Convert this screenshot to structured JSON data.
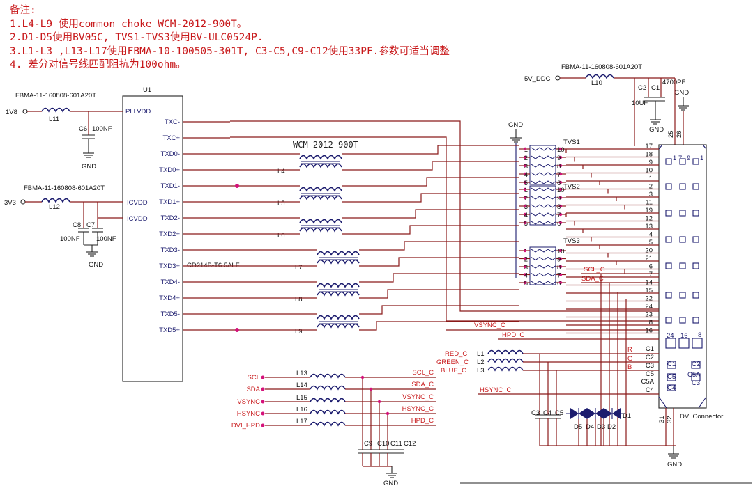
{
  "notes": {
    "heading": "备注:",
    "line1": "1.L4-L9 使用common choke WCM-2012-900T。",
    "line2": "2.D1-D5使用BV05C, TVS1-TVS3使用BV-ULC0524P.",
    "line3": "3.L1-L3 ,L13-L17使用FBMA-10-100505-301T, C3-C5,C9-C12使用33PF.参数可适当调整",
    "line4": "4. 差分对信号线匹配阻抗为100ohm。"
  },
  "chip": {
    "ref": "U1",
    "part": "CD214B-T6.5ALF",
    "left_pins": [
      "PLLVDD",
      "ICVDD",
      "ICVDD"
    ],
    "right_pins": [
      "TXC-",
      "TXC+",
      "TXD0-",
      "TXD0+",
      "TXD1-",
      "TXD1+",
      "TXD2-",
      "TXD2+",
      "TXD3-",
      "TXD3+",
      "TXD4-",
      "TXD4+",
      "TXD5-",
      "TXD5+"
    ]
  },
  "power": {
    "ferrite_top": "FBMA-11-160808-601A20T",
    "ferrite_mid": "FBMA-11-160808-601A20T",
    "ferrite_ddc": "FBMA-11-160808-601A20T",
    "rail_1v8": "1V8",
    "rail_3v3": "3V3",
    "rail_5v": "5V_DDC",
    "l11": "L11",
    "l12": "L12",
    "l10": "L10",
    "c6": "C6",
    "c6_val": "100NF",
    "c8": "C8",
    "c7": "C7",
    "c8_val": "100NF",
    "c7_val": "100NF",
    "c2": "C2",
    "c1": "C1",
    "c2_val": "10UF",
    "c1_val": "4700PF",
    "gnd": "GND"
  },
  "choke_title": "WCM-2012-900T",
  "chokes": [
    "L4",
    "L5",
    "L6",
    "L7",
    "L8",
    "L9"
  ],
  "tvs": [
    "TVS1",
    "TVS2",
    "TVS3"
  ],
  "tvs_pins_left": [
    "1",
    "2",
    "3",
    "4",
    "5"
  ],
  "tvs_pins_right": [
    "10",
    "9",
    "8",
    "7",
    "6"
  ],
  "connector": {
    "label": "DVI Connector",
    "pins": [
      "17",
      "18",
      "9",
      "10",
      "1",
      "2",
      "3",
      "11",
      "19",
      "12",
      "13",
      "4",
      "5",
      "20",
      "21",
      "6",
      "7",
      "14",
      "15",
      "22",
      "24",
      "23",
      "8",
      "16"
    ],
    "top_pins": [
      "25",
      "26"
    ],
    "bottom_pins": [
      "31",
      "32"
    ],
    "c_pins": [
      "C1",
      "C2",
      "C3",
      "C5",
      "C5A",
      "C4"
    ],
    "rgb": [
      "R",
      "G",
      "B"
    ],
    "inner_labels": [
      "1",
      "7",
      "9",
      "1",
      "24",
      "16",
      "8",
      "C1",
      "C2",
      "C5",
      "C5A",
      "C3",
      "C4"
    ]
  },
  "ddc_signals": {
    "scl_c": "SCL_C",
    "sda_c": "SDA_C",
    "vsync_c": "VSYNC_C",
    "hpd_c": "HPD_C",
    "hsync_c": "HSYNC_C"
  },
  "rgb_inputs": {
    "red": "RED_C",
    "green": "GREEN_C",
    "blue": "BLUE_C",
    "l1": "L1",
    "l2": "L2",
    "l3": "L3"
  },
  "caps_rgb": [
    "C3",
    "C4",
    "C5"
  ],
  "diodes": [
    "D5",
    "D4",
    "D3",
    "D2",
    "D1"
  ],
  "filters": {
    "inputs": [
      "SCL",
      "SDA",
      "VSYNC",
      "HSYNC",
      "DVI_HPD"
    ],
    "inductors": [
      "L13",
      "L14",
      "L15",
      "L16",
      "L17"
    ],
    "outputs": [
      "SCL_C",
      "SDA_C",
      "VSYNC_C",
      "HSYNC_C",
      "HPD_C"
    ],
    "caps": [
      "C9",
      "C10",
      "C11",
      "C12"
    ]
  }
}
